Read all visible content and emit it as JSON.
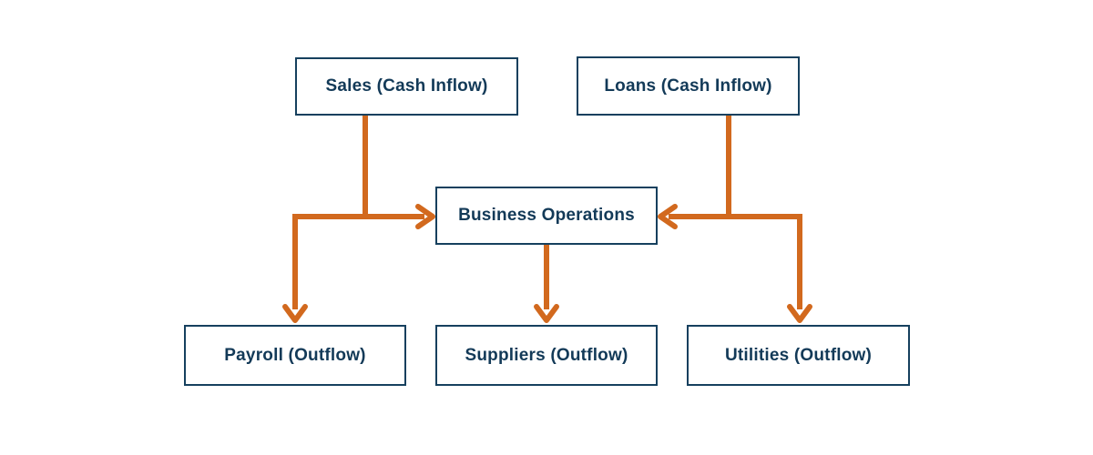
{
  "diagram": {
    "type": "flowchart",
    "description": "Cash flow diagram: inflows feed Business Operations, which feeds outflows",
    "nodes": [
      {
        "id": "sales",
        "label": "Sales (Cash Inflow)",
        "role": "inflow"
      },
      {
        "id": "loans",
        "label": "Loans (Cash Inflow)",
        "role": "inflow"
      },
      {
        "id": "business",
        "label": "Business Operations",
        "role": "hub"
      },
      {
        "id": "payroll",
        "label": "Payroll (Outflow)",
        "role": "outflow"
      },
      {
        "id": "suppliers",
        "label": "Suppliers (Outflow)",
        "role": "outflow"
      },
      {
        "id": "utilities",
        "label": "Utilities (Outflow)",
        "role": "outflow"
      }
    ],
    "edges": [
      {
        "from": "sales",
        "to": "business",
        "direction": "in"
      },
      {
        "from": "loans",
        "to": "business",
        "direction": "in"
      },
      {
        "from": "business",
        "to": "payroll",
        "direction": "out"
      },
      {
        "from": "business",
        "to": "suppliers",
        "direction": "out"
      },
      {
        "from": "business",
        "to": "utilities",
        "direction": "out"
      }
    ],
    "colors": {
      "node_border": "#16405e",
      "node_text": "#133a58",
      "arrow": "#d2691e",
      "background": "#ffffff"
    }
  }
}
